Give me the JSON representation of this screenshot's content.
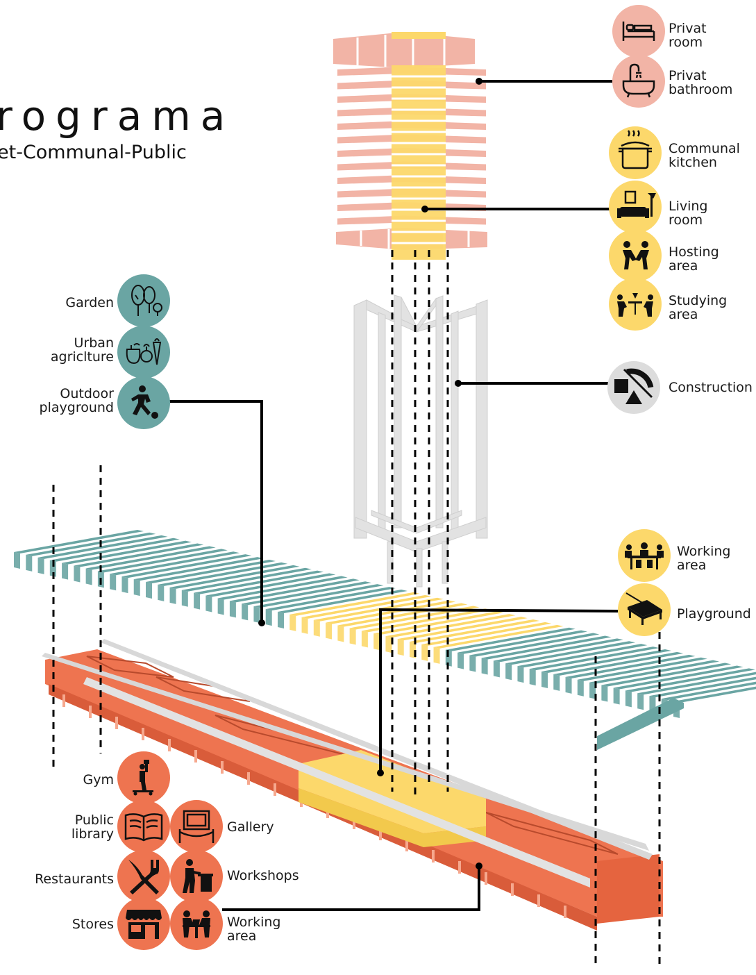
{
  "title": "rograma",
  "subtitle": "et-Communal-Public",
  "colors": {
    "private": "#f2b4a6",
    "communal": "#fcd86b",
    "public": "#ee7450",
    "outdoor": "#6aa5a3",
    "construction": "#dcdcdc"
  },
  "private": {
    "room": {
      "label": "Privat\nroom",
      "icon": "bed-icon"
    },
    "bathroom": {
      "label": "Privat\nbathroom",
      "icon": "bathtub-icon"
    }
  },
  "communal": {
    "kitchen": {
      "label": "Communal\nkitchen",
      "icon": "cooking-pot-icon"
    },
    "living": {
      "label": "Living\nroom",
      "icon": "sofa-icon"
    },
    "hosting": {
      "label": "Hosting\narea",
      "icon": "people-sitting-icon"
    },
    "studying": {
      "label": "Studying\narea",
      "icon": "study-table-icon"
    },
    "working": {
      "label": "Working\narea",
      "icon": "meeting-table-icon"
    },
    "playground": {
      "label": "Playground",
      "icon": "pool-table-icon"
    }
  },
  "construction": {
    "label": "Construction",
    "icon": "geometry-tools-icon"
  },
  "outdoor": {
    "garden": {
      "label": "Garden",
      "icon": "trees-icon"
    },
    "urban": {
      "label": "Urban\nagriclture",
      "icon": "vegetables-icon"
    },
    "play": {
      "label": "Outdoor\nplayground",
      "icon": "football-player-icon"
    }
  },
  "public": {
    "gym": {
      "label": "Gym",
      "icon": "weightlifter-icon"
    },
    "library": {
      "label": "Public\nlibrary",
      "icon": "open-book-icon"
    },
    "gallery": {
      "label": "Gallery",
      "icon": "framed-picture-icon"
    },
    "restaurants": {
      "label": "Restaurants",
      "icon": "fork-knife-icon"
    },
    "workshops": {
      "label": "Workshops",
      "icon": "craftsman-icon"
    },
    "stores": {
      "label": "Stores",
      "icon": "storefront-icon"
    },
    "working": {
      "label": "Working\narea",
      "icon": "coworking-icon"
    }
  }
}
